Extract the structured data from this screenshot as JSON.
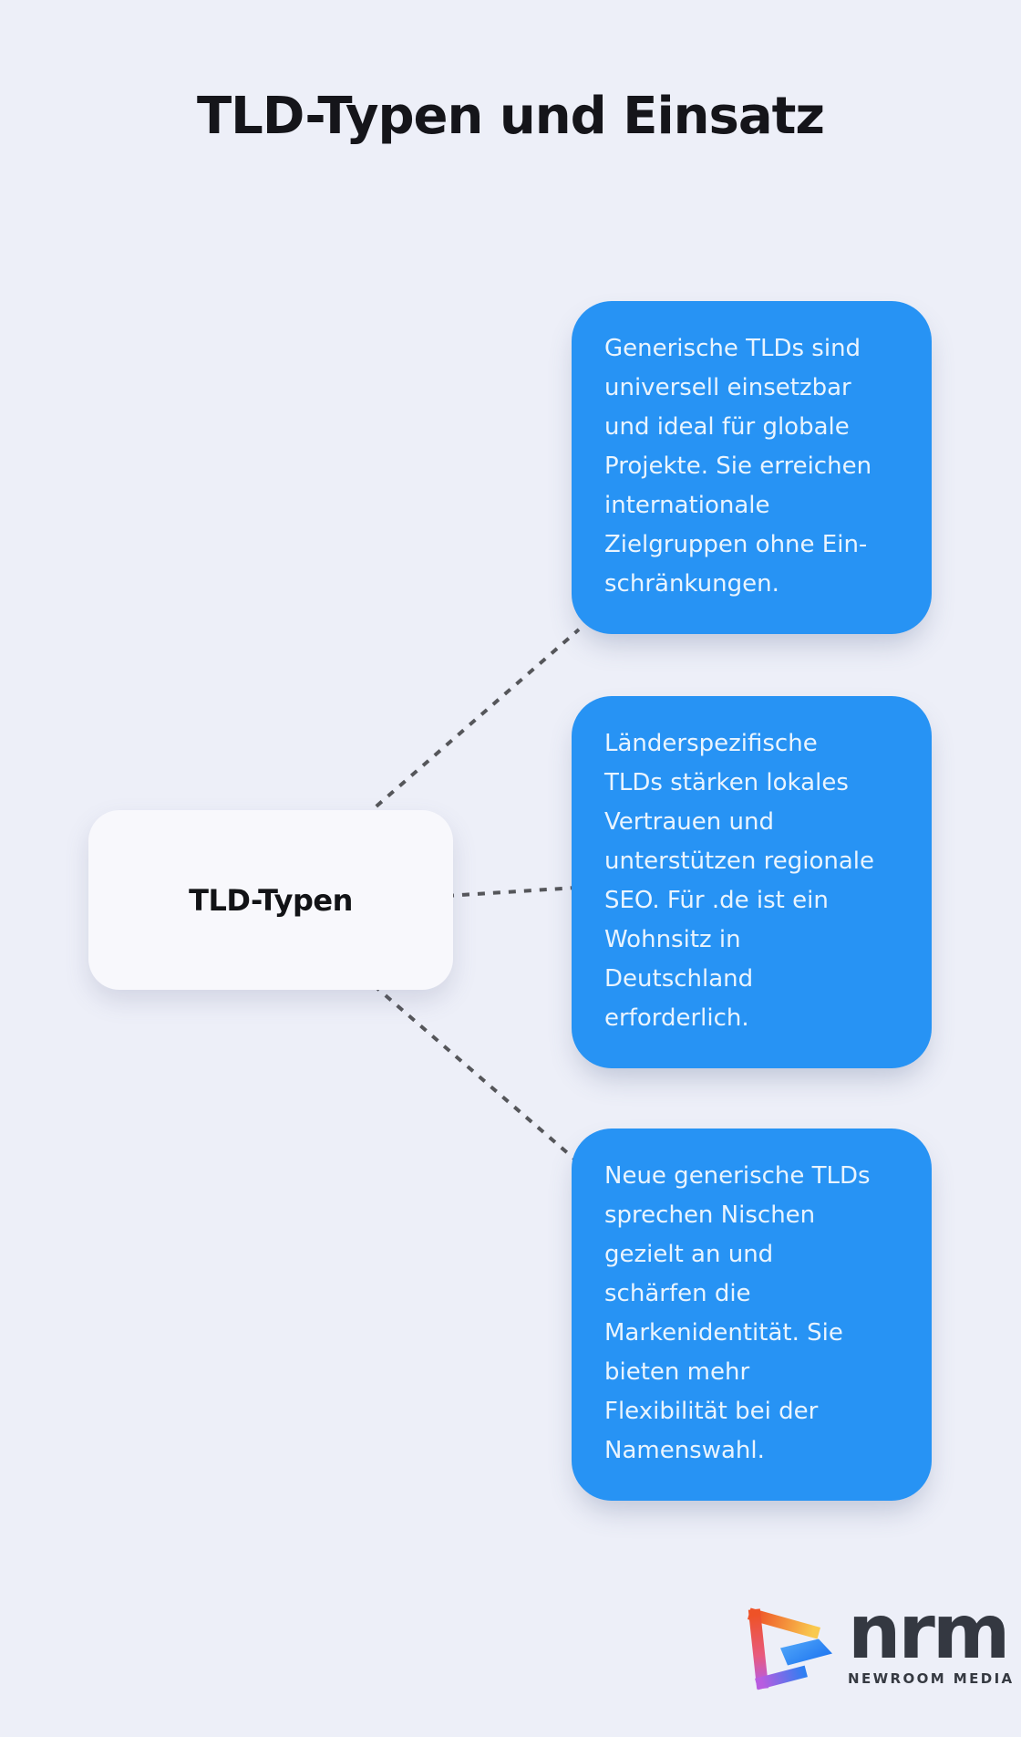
{
  "page": {
    "title": "TLD-Typen und Einsatz",
    "background_color": "#edeff8",
    "accent_blue": "#2793f4",
    "connector_color": "#55565a"
  },
  "mindmap": {
    "root": {
      "label": "TLD-Typen"
    },
    "branches": [
      {
        "name": "generische-tlds",
        "text": "Generische TLDs sind\nuniversell einsetzbar\nund ideal für globale\nProjekte. Sie erreichen\ninternationale\nZielgruppen ohne Ein-\nschränkungen."
      },
      {
        "name": "laenderspezifische-tlds",
        "text": "Länderspezifische\nTLDs stärken lokales\nVertrauen und\nunterstützen regionale\nSEO. Für .de ist ein\nWohnsitz in\nDeutschland\nerforderlich."
      },
      {
        "name": "neue-generische-tlds",
        "text": "Neue generische TLDs\nsprechen Nischen\ngezielt an und\nschärfen die\nMarkenidentität. Sie\nbieten mehr\nFlexibilität bei der\nNamenswahl."
      }
    ]
  },
  "branding": {
    "wordmark": "nrm",
    "company": "NEWROOM MEDIA"
  }
}
